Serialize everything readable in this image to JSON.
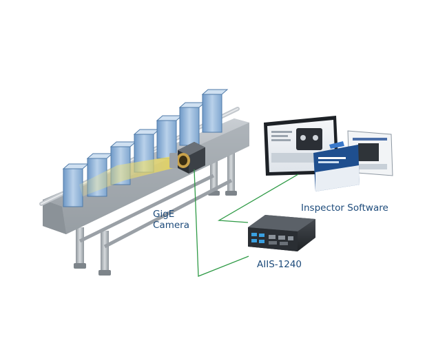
{
  "labels": {
    "camera_line1": "GigE",
    "camera_line2": "Camera",
    "software": "Inspector Software",
    "device": "AIIS-1240"
  },
  "colors": {
    "connection_line": "#2e9a45",
    "label_text": "#1c4a7a",
    "conveyor": "#9aa0a6",
    "product": "#8fb3d9",
    "light_beam": "#f3e36a"
  },
  "icons": {
    "camera": "gige-camera-icon",
    "computer": "industrial-pc-icon",
    "monitor": "monitor-icon"
  }
}
